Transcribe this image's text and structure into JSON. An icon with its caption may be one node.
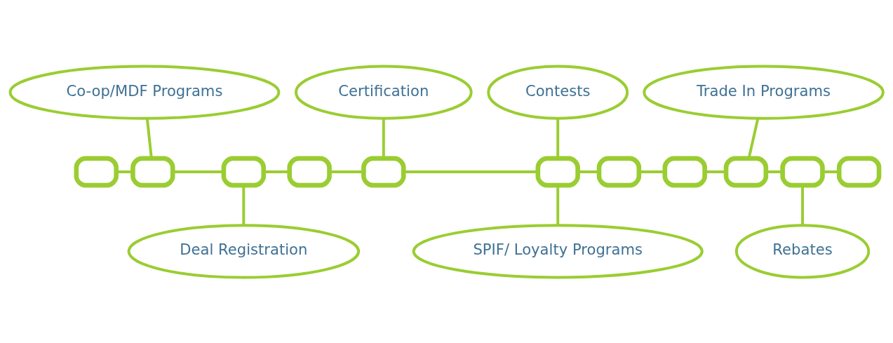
{
  "diagram": {
    "nodes": [
      {
        "text": [
          "Co-op/MDF Programs"
        ]
      },
      {
        "text": [
          "Certification"
        ]
      },
      {
        "text": [
          "Contests"
        ]
      },
      {
        "text": [
          "Trade In Programs"
        ]
      },
      {
        "text": [],
        "shape": "box"
      },
      {
        "text": [],
        "shape": "box"
      },
      {
        "text": [],
        "shape": "box"
      },
      {
        "text": [],
        "shape": "box"
      },
      {
        "text": [],
        "shape": "box"
      },
      {
        "text": [],
        "shape": "box"
      },
      {
        "text": [],
        "shape": "box"
      },
      {
        "text": [],
        "shape": "box"
      },
      {
        "text": [],
        "shape": "box"
      },
      {
        "text": [],
        "shape": "box"
      },
      {
        "text": [],
        "shape": "box"
      },
      {
        "text": [
          "Deal Registration"
        ]
      },
      {
        "text": [
          "SPIF/ Loyalty Programs"
        ]
      },
      {
        "text": [
          "Rebates"
        ]
      }
    ],
    "edges": [
      {
        "from": 4,
        "to": 5,
        "arrow": "none"
      },
      {
        "from": 5,
        "to": 6,
        "arrow": "none"
      },
      {
        "from": 6,
        "to": 7,
        "arrow": "none"
      },
      {
        "from": 7,
        "to": 8,
        "arrow": "none"
      },
      {
        "from": 8,
        "to": 9,
        "arrow": "none"
      },
      {
        "from": 9,
        "to": 10,
        "arrow": "none"
      },
      {
        "from": 10,
        "to": 11,
        "arrow": "none"
      },
      {
        "from": 11,
        "to": 12,
        "arrow": "none"
      },
      {
        "from": 12,
        "to": 13,
        "arrow": "none"
      },
      {
        "from": 13,
        "to": 14,
        "arrow": "none"
      },
      {
        "from": 0,
        "to": 5,
        "arrow": "none"
      },
      {
        "from": 1,
        "to": 8,
        "arrow": "none"
      },
      {
        "from": 2,
        "to": 9,
        "arrow": "none"
      },
      {
        "from": 3,
        "to": 12,
        "arrow": "none"
      },
      {
        "from": 15,
        "to": 6,
        "arrow": "none"
      },
      {
        "from": 16,
        "to": 9,
        "arrow": "none"
      },
      {
        "from": 17,
        "to": 13,
        "arrow": "none"
      }
    ]
  }
}
